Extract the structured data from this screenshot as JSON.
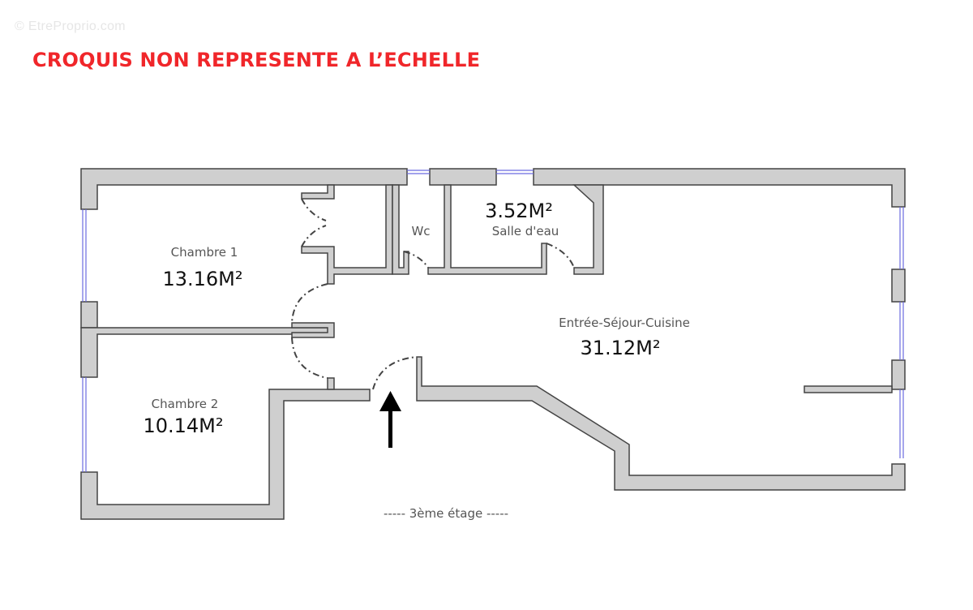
{
  "watermark": "© EtreProprio.com",
  "headline": "CROQUIS NON REPRESENTE A L’ECHELLE",
  "colors": {
    "headline": "#f0262a",
    "wall_fill": "#cfcfcf",
    "wall_stroke": "#444444",
    "window": "#6a6ae0",
    "arrow": "#000000"
  },
  "rooms": [
    {
      "name": "Chambre 1",
      "area": "13.16M²"
    },
    {
      "name": "Chambre 2",
      "area": "10.14M²"
    },
    {
      "name": "Wc",
      "area": ""
    },
    {
      "name": "Salle d'eau",
      "area": "3.52M²"
    },
    {
      "name": "Entrée-Séjour-Cuisine",
      "area": "31.12M²"
    }
  ],
  "floor_label": "----- 3ème étage -----",
  "entrance_icon": "arrow-up-icon"
}
